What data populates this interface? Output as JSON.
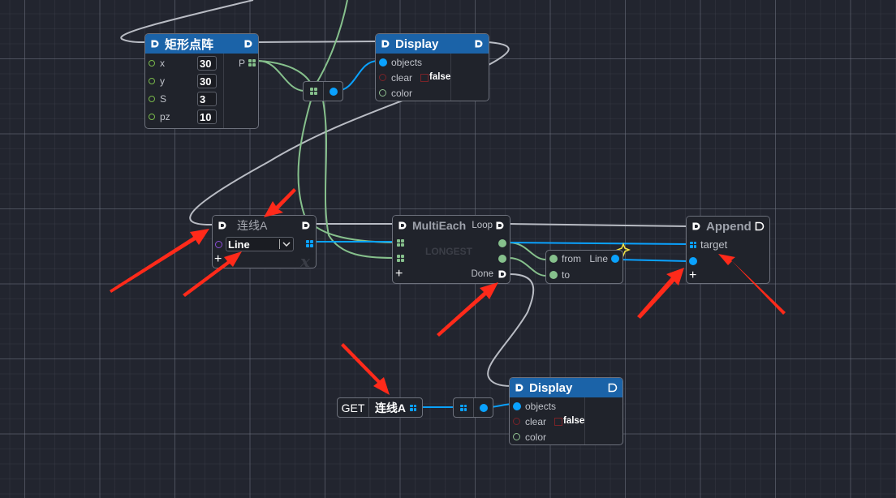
{
  "canvas": {
    "background": "#22252f",
    "grid_color": "#787e8c"
  },
  "colors": {
    "header_blue": "#1b63a8",
    "wire_exec": "#b9bcc4",
    "wire_data_green": "#86c08c",
    "wire_data_blue": "#0aa2ff",
    "arrow_red": "#ff2a1a",
    "highlight_star": "#f5e642"
  },
  "nodes": {
    "grid_points": {
      "title": "矩形点阵",
      "inputs": [
        {
          "label": "x",
          "value": "30"
        },
        {
          "label": "y",
          "value": "30"
        },
        {
          "label": "S",
          "value": "3"
        },
        {
          "label": "pz",
          "value": "10"
        }
      ],
      "output_label": "P"
    },
    "display_top": {
      "title": "Display",
      "inputs": [
        {
          "label": "objects"
        },
        {
          "label": "clear",
          "value": "false"
        },
        {
          "label": "color"
        }
      ]
    },
    "variable_set": {
      "title": "连线A",
      "type_value": "Line"
    },
    "multi_each": {
      "title": "MultiEach",
      "loop_label": "Loop",
      "done_label": "Done",
      "mode_label": "LONGEST"
    },
    "line_make": {
      "inputs": [
        {
          "label": "from"
        },
        {
          "label": "to"
        }
      ],
      "output_label": "Line"
    },
    "append": {
      "title": "Append",
      "inputs": [
        {
          "label": "target"
        },
        {
          "label": ""
        }
      ]
    },
    "get_var": {
      "keyword": "GET",
      "name": "连线A"
    },
    "display_bottom": {
      "title": "Display",
      "inputs": [
        {
          "label": "objects"
        },
        {
          "label": "clear",
          "value": "false"
        },
        {
          "label": "color"
        }
      ]
    }
  }
}
